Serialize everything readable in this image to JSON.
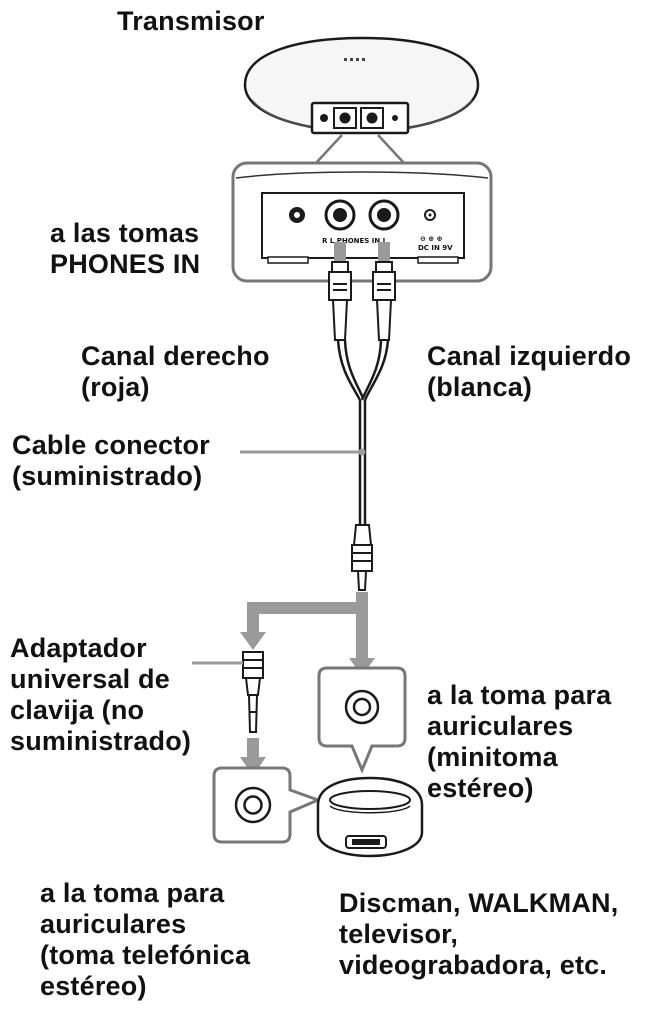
{
  "labels": {
    "transmitter": "Transmisor",
    "phones_in": [
      "a las tomas",
      "PHONES IN"
    ],
    "right_channel": [
      "Canal derecho",
      "(roja)"
    ],
    "left_channel": [
      "Canal izquierdo",
      "(blanca)"
    ],
    "cable": [
      "Cable conector",
      "(suministrado)"
    ],
    "adapter": [
      "Adaptador",
      "universal de",
      "clavija (no",
      "suministrado)"
    ],
    "mini_jack": [
      "a la toma para",
      "auriculares",
      "(minitoma",
      "estéreo)"
    ],
    "phone_jack": [
      "a la toma para",
      "auriculares",
      "(toma telefónica",
      "estéreo)"
    ],
    "devices": [
      "Discman, WALKMAN,",
      "televisor,",
      "videograbadora, etc."
    ]
  },
  "panel_text": {
    "jack_label": "R  L PHONES IN  L",
    "dc_label": "DC IN 9V"
  },
  "colors": {
    "arrow": "#9a9a9a",
    "outline": "#1a1a1a",
    "callout": "#777777"
  }
}
